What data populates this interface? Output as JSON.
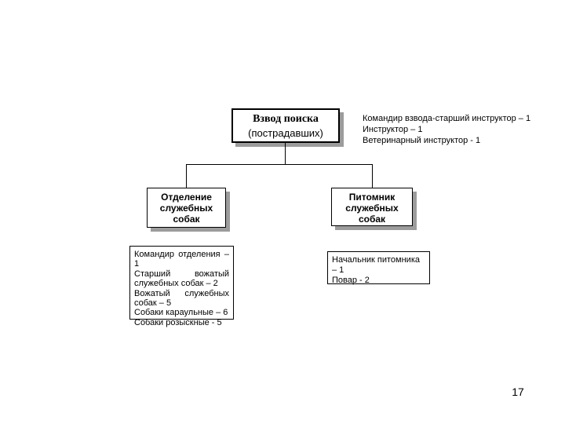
{
  "page": {
    "number": "17"
  },
  "diagram": {
    "platoon": {
      "title": "Взвод поиска",
      "subtitle": "(пострадавших)",
      "staff": [
        "Командир взвода-старший инструктор – 1",
        "Инструктор – 1",
        "Ветеринарный инструктор - 1"
      ]
    },
    "department": {
      "lines": [
        "Отделение",
        "служебных",
        "собак"
      ],
      "staff": [
        "Командир отделения – 1",
        "Старший вожатый служебных собак – 2",
        "Вожатый служебных собак – 5",
        "Собаки караульные – 6",
        "Собаки розыскные - 5"
      ]
    },
    "kennel": {
      "lines": [
        "Питомник",
        "служебных",
        "собак"
      ],
      "staff": [
        "Начальник питомника – 1",
        "Повар - 2"
      ]
    }
  }
}
